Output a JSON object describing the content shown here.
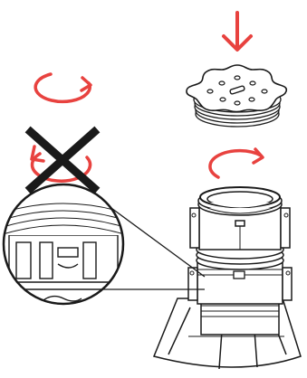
{
  "figure": {
    "type": "assembly-instruction-illustration",
    "accent_color": "#e8423f",
    "line_color": "#1a1a1a",
    "background": "#ffffff",
    "icons": [
      "down-arrow-icon",
      "rotate-clockwise-icon",
      "rotate-counterclockwise-icon",
      "prohibited-cross-icon",
      "magnifier-detail-icon"
    ],
    "parts": [
      "pedestal-head-plate",
      "threaded-extension-tube",
      "pedestal-base"
    ]
  }
}
